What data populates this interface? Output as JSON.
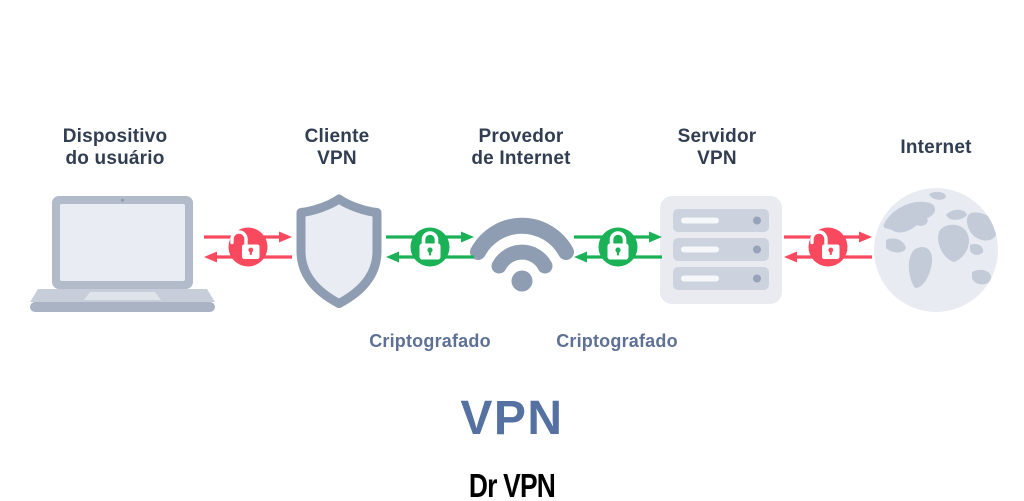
{
  "diagram": {
    "title": "VPN",
    "watermark": "Dr VPN",
    "nodes": [
      {
        "id": "user-device",
        "icon": "laptop-icon",
        "label_line1": "Dispositivo",
        "label_line2": "do usuário"
      },
      {
        "id": "vpn-client",
        "icon": "shield-icon",
        "label_line1": "Cliente",
        "label_line2": "VPN"
      },
      {
        "id": "isp",
        "icon": "wifi-icon",
        "label_line1": "Provedor",
        "label_line2": "de Internet"
      },
      {
        "id": "vpn-server",
        "icon": "server-icon",
        "label_line1": "Servidor",
        "label_line2": "VPN"
      },
      {
        "id": "internet",
        "icon": "globe-icon",
        "label_line1": "Internet",
        "label_line2": ""
      }
    ],
    "connections": [
      {
        "between": "user-device & vpn-client",
        "state": "unencrypted",
        "lock": "open",
        "color": "#f9495f",
        "label": ""
      },
      {
        "between": "vpn-client & isp",
        "state": "encrypted",
        "lock": "closed",
        "color": "#1bb157",
        "label": "Criptografado"
      },
      {
        "between": "isp & vpn-server",
        "state": "encrypted",
        "lock": "closed",
        "color": "#1bb157",
        "label": "Criptografado"
      },
      {
        "between": "vpn-server & internet",
        "state": "unencrypted",
        "lock": "open",
        "color": "#f9495f",
        "label": ""
      }
    ],
    "colors": {
      "background": "#ffffff",
      "icon_gray_blue": "#8f9db3",
      "icon_light_fill": "#e9ecf2",
      "label_dark": "#313d51",
      "encrypted_label": "#5e7195",
      "title_blue": "#5571a1",
      "unencrypted_red": "#f9495f",
      "encrypted_green": "#1bb157",
      "watermark_black": "#000000"
    }
  }
}
